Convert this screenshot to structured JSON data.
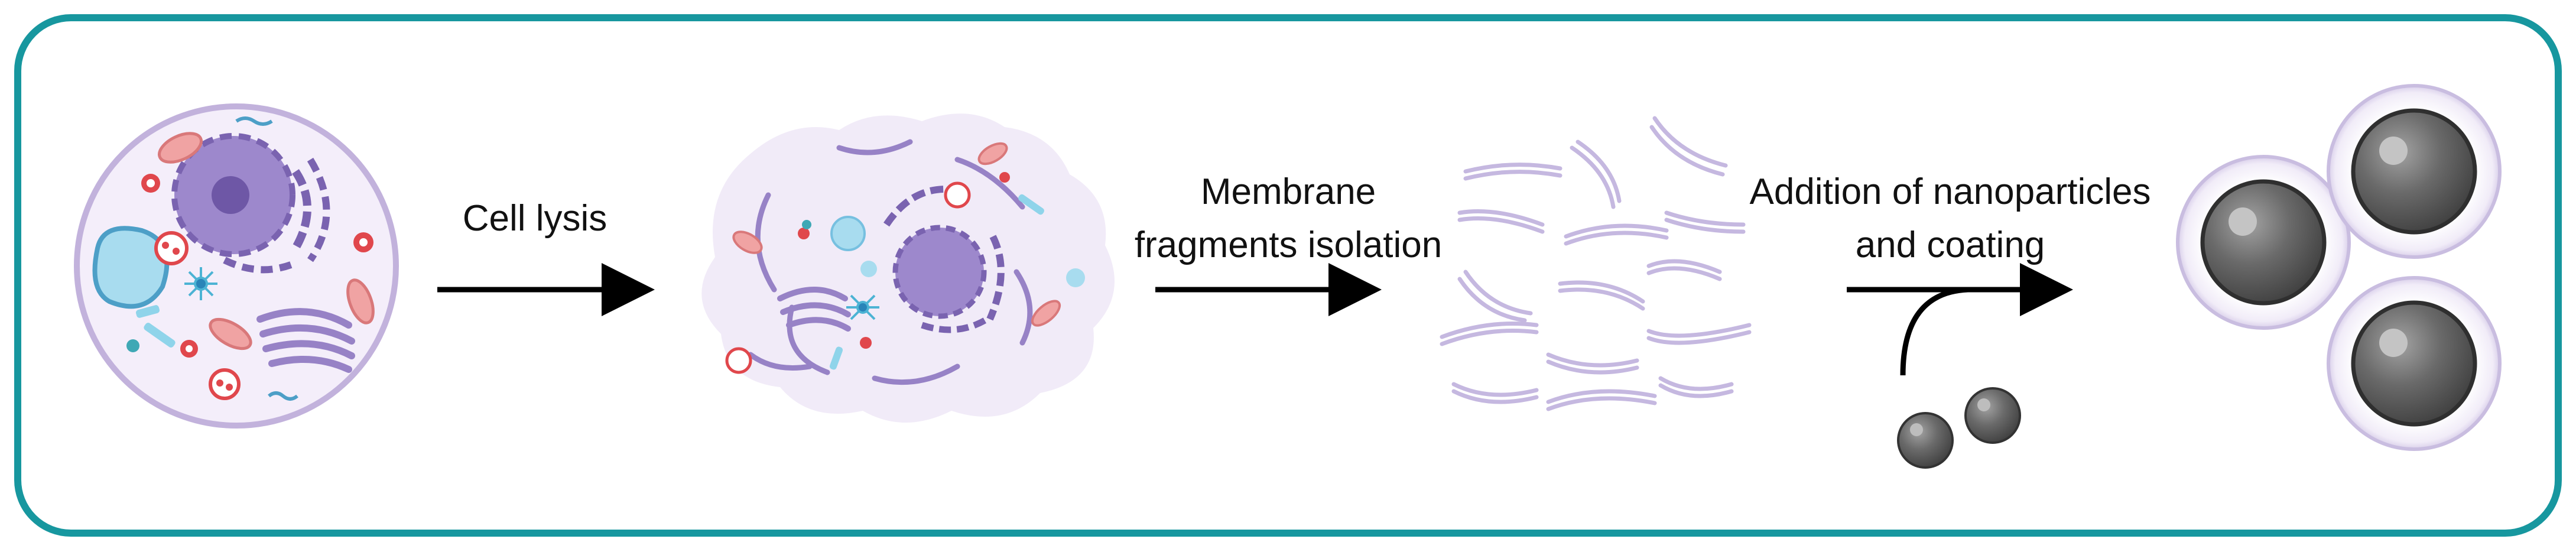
{
  "steps": [
    {
      "label_lines": [
        "Cell lysis"
      ]
    },
    {
      "label_lines": [
        "Membrane",
        "fragments isolation"
      ]
    },
    {
      "label_lines": [
        "Addition of nanoparticles",
        "and coating"
      ]
    }
  ],
  "colors": {
    "frame_border": "#17979f",
    "arrow": "#000000",
    "cell_membrane": "#c2b2dc",
    "cell_cytoplasm": "#f4eefa",
    "nucleus": "#8c76bf",
    "organelle_red": "#e0474c",
    "organelle_blue": "#8fd4ea",
    "mitochondria": "#f0a3a3",
    "nanoparticle": "#5c5c5c",
    "coating": "#c9bde0"
  },
  "icons": [
    "whole-cell-icon",
    "lysed-cell-icon",
    "membrane-fragments-icon",
    "nanoparticles-icon",
    "coated-nanoparticles-icon"
  ]
}
